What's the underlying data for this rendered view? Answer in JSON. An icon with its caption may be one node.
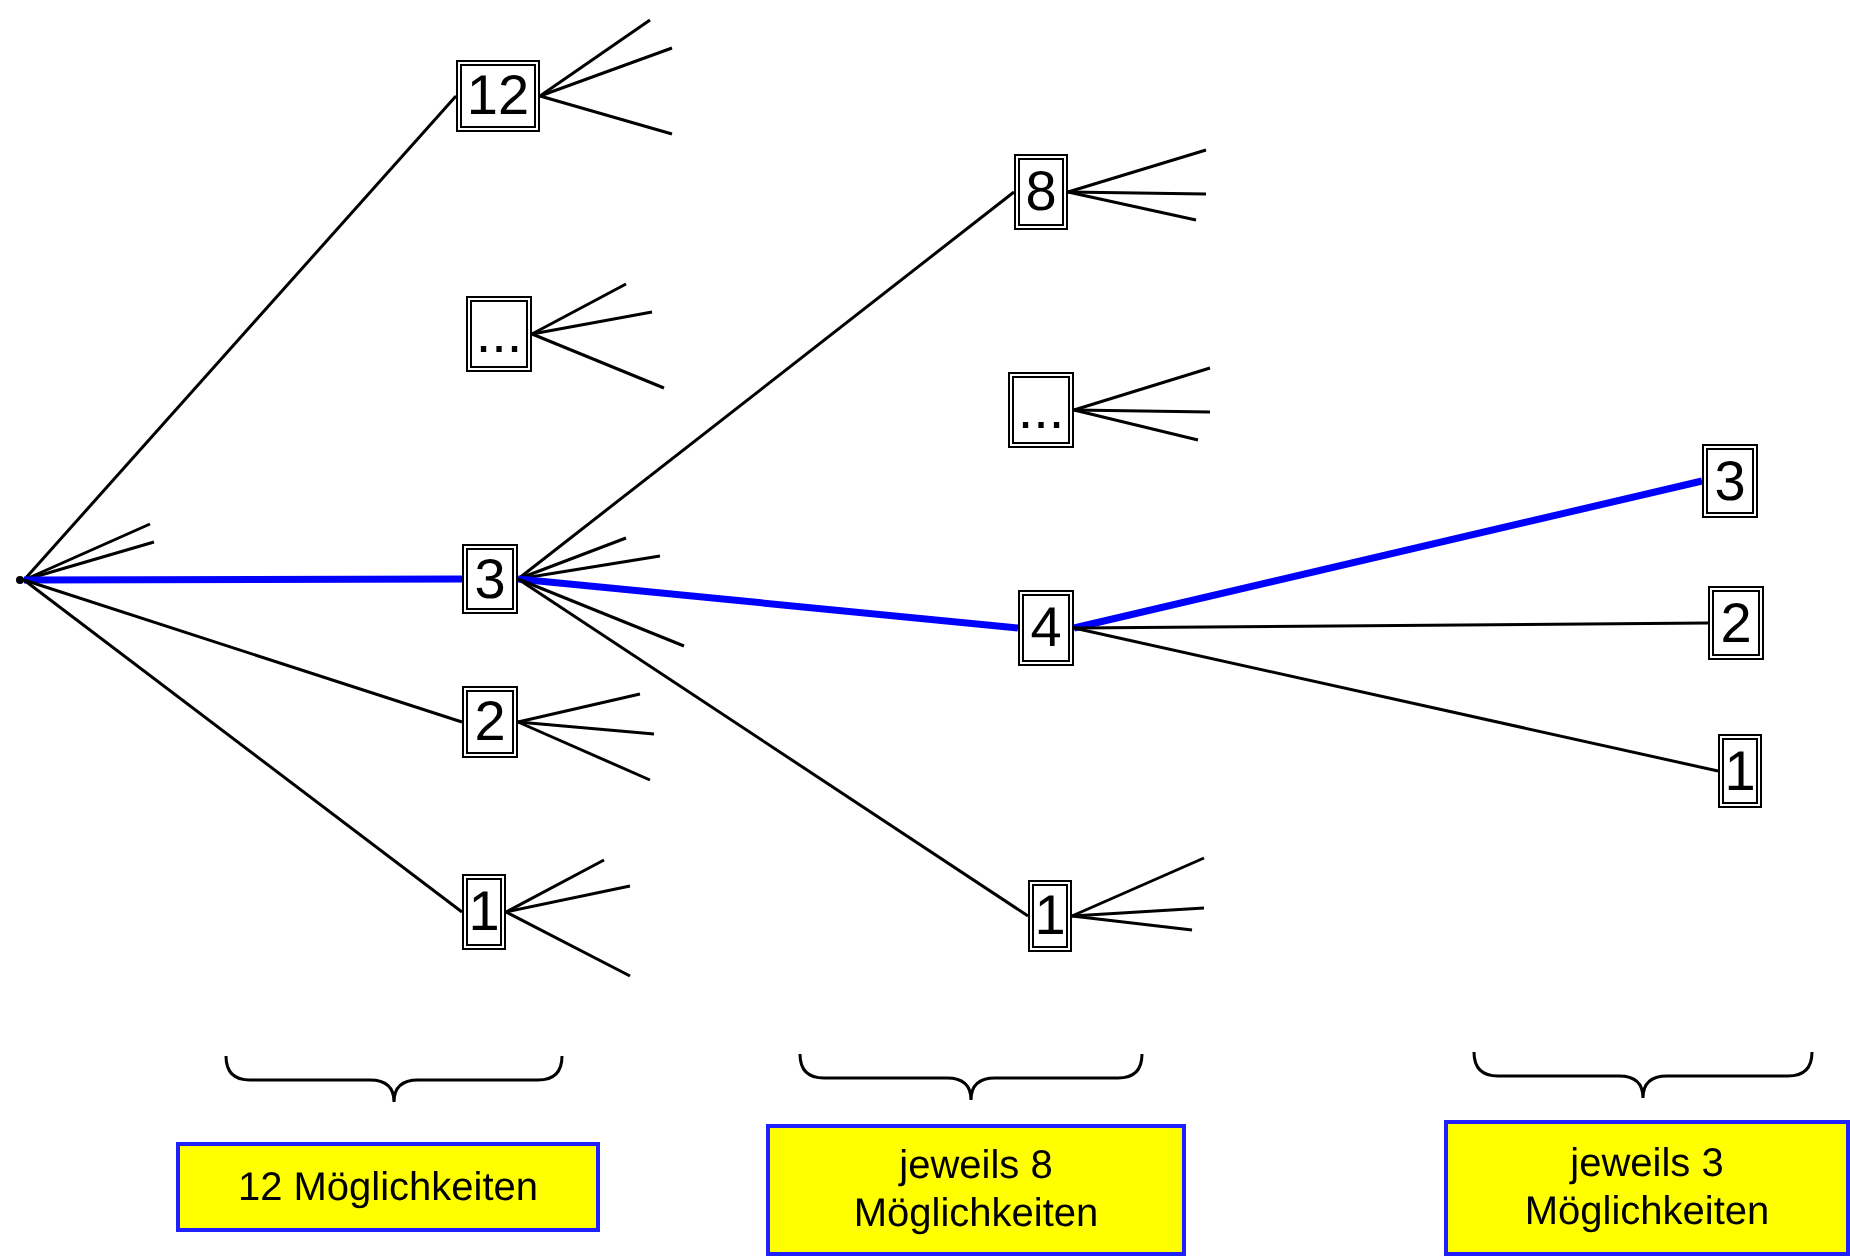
{
  "diagram": {
    "nodes": [
      {
        "text": [],
        "shape": "point"
      },
      {
        "text": [
          "12"
        ]
      },
      {
        "text": [
          "..."
        ]
      },
      {
        "text": [
          "3"
        ]
      },
      {
        "text": [
          "2"
        ]
      },
      {
        "text": [
          "1"
        ]
      },
      {
        "text": [
          "8"
        ]
      },
      {
        "text": [
          "..."
        ]
      },
      {
        "text": [
          "4"
        ]
      },
      {
        "text": [
          "1"
        ]
      },
      {
        "text": [
          "3"
        ]
      },
      {
        "text": [
          "2"
        ]
      },
      {
        "text": [
          "1"
        ]
      },
      {
        "text": [
          "12 Möglichkeiten"
        ]
      },
      {
        "text": [
          "jeweils 8 Möglichkeiten"
        ]
      },
      {
        "text": [
          "jeweils 3 Möglichkeiten"
        ]
      }
    ],
    "edges": [
      {
        "from": 0,
        "to": 1,
        "arrow": "none"
      },
      {
        "from": 0,
        "to": null,
        "arrow": "none"
      },
      {
        "from": 0,
        "to": null,
        "arrow": "none"
      },
      {
        "from": 0,
        "to": 3,
        "arrow": "none",
        "style": "thick",
        "color": "#0000ff"
      },
      {
        "from": 0,
        "to": 4,
        "arrow": "none"
      },
      {
        "from": 0,
        "to": 5,
        "arrow": "none"
      },
      {
        "from": 1,
        "to": null,
        "arrow": "none"
      },
      {
        "from": 1,
        "to": null,
        "arrow": "none"
      },
      {
        "from": 1,
        "to": null,
        "arrow": "none"
      },
      {
        "from": 2,
        "to": null,
        "arrow": "none"
      },
      {
        "from": 2,
        "to": null,
        "arrow": "none"
      },
      {
        "from": 2,
        "to": null,
        "arrow": "none"
      },
      {
        "from": 3,
        "to": 6,
        "arrow": "none"
      },
      {
        "from": 3,
        "to": null,
        "arrow": "none"
      },
      {
        "from": 3,
        "to": null,
        "arrow": "none"
      },
      {
        "from": 3,
        "to": 8,
        "arrow": "none",
        "style": "thick",
        "color": "#0000ff"
      },
      {
        "from": 3,
        "to": null,
        "arrow": "none"
      },
      {
        "from": 3,
        "to": 9,
        "arrow": "none"
      },
      {
        "from": 4,
        "to": null,
        "arrow": "none"
      },
      {
        "from": 4,
        "to": null,
        "arrow": "none"
      },
      {
        "from": 4,
        "to": null,
        "arrow": "none"
      },
      {
        "from": 5,
        "to": null,
        "arrow": "none"
      },
      {
        "from": 5,
        "to": null,
        "arrow": "none"
      },
      {
        "from": 5,
        "to": null,
        "arrow": "none"
      },
      {
        "from": 6,
        "to": null,
        "arrow": "none"
      },
      {
        "from": 6,
        "to": null,
        "arrow": "none"
      },
      {
        "from": 6,
        "to": null,
        "arrow": "none"
      },
      {
        "from": 7,
        "to": null,
        "arrow": "none"
      },
      {
        "from": 7,
        "to": null,
        "arrow": "none"
      },
      {
        "from": 7,
        "to": null,
        "arrow": "none"
      },
      {
        "from": 8,
        "to": 10,
        "arrow": "none",
        "style": "thick",
        "color": "#0000ff"
      },
      {
        "from": 8,
        "to": 11,
        "arrow": "none"
      },
      {
        "from": 8,
        "to": 12,
        "arrow": "none"
      },
      {
        "from": 9,
        "to": null,
        "arrow": "none"
      },
      {
        "from": 9,
        "to": null,
        "arrow": "none"
      },
      {
        "from": 9,
        "to": null,
        "arrow": "none"
      }
    ]
  }
}
